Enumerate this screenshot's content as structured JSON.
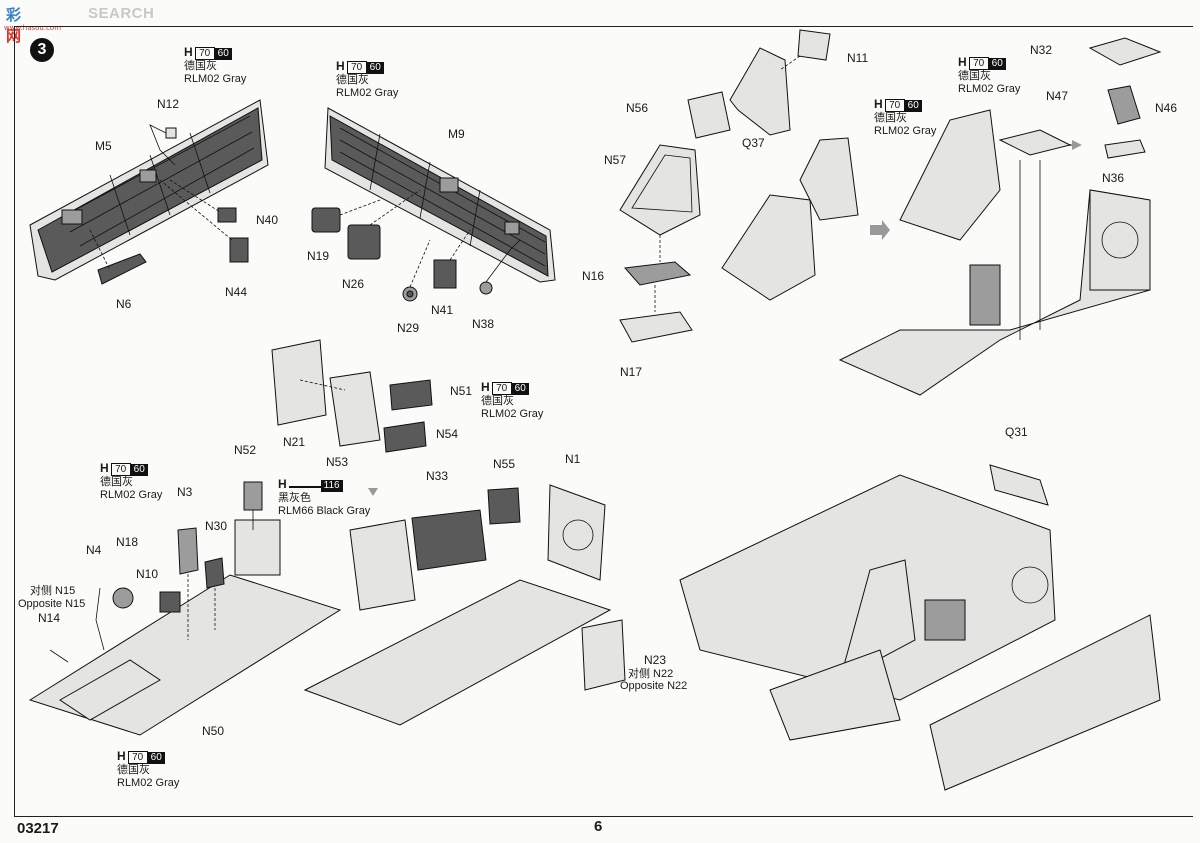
{
  "watermark": {
    "logo_cn": "彩",
    "logo_cn2": "网",
    "search_text": "SEARCH",
    "site": "www.hasou.com"
  },
  "step_number": "3",
  "paint": {
    "h_letter": "H",
    "gray_code": "70",
    "gray_code2": "60",
    "gray_cn": "德国灰",
    "gray_en": "RLM02 Gray",
    "black_code": "116",
    "black_cn": "黑灰色",
    "black_en": "RLM66 Black Gray"
  },
  "parts": {
    "M5": "M5",
    "N12": "N12",
    "N40": "N40",
    "N6": "N6",
    "N44": "N44",
    "M9": "M9",
    "N19": "N19",
    "N26": "N26",
    "N29": "N29",
    "N41": "N41",
    "N38": "N38",
    "N56": "N56",
    "N11": "N11",
    "Q37": "Q37",
    "N57": "N57",
    "N16": "N16",
    "N17": "N17",
    "N32": "N32",
    "N47": "N47",
    "N46": "N46",
    "N36": "N36",
    "N51": "N51",
    "N21": "N21",
    "N53": "N53",
    "N54": "N54",
    "N52": "N52",
    "N3": "N3",
    "N30": "N30",
    "N4": "N4",
    "N18": "N18",
    "N10": "N10",
    "N15_cn": "对侧 N15",
    "N15_en": "Opposite N15",
    "N14": "N14",
    "N50": "N50",
    "N33": "N33",
    "N55": "N55",
    "N1": "N1",
    "N23": "N23",
    "N22_cn": "对侧 N22",
    "N22_en": "Opposite N22",
    "Q31": "Q31"
  },
  "footer": {
    "kit_number": "03217",
    "page_number": "6"
  }
}
